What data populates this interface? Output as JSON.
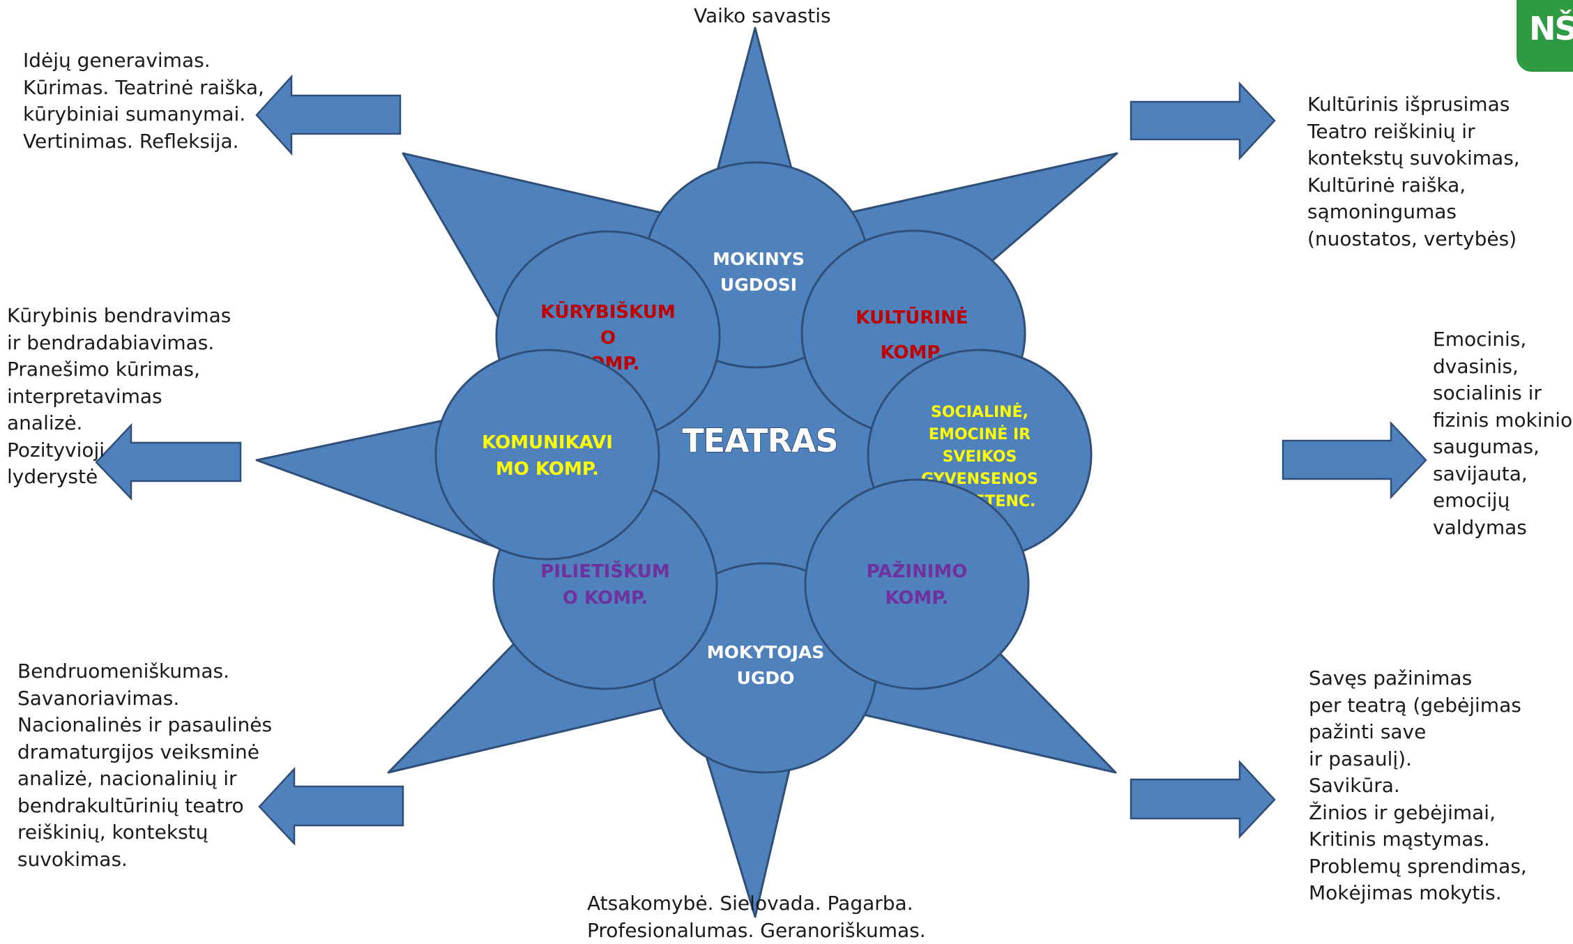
{
  "center": {
    "title": "TEATRAS"
  },
  "top_label": "Vaiko savastis",
  "bottom_label": "Atsakomybė. Sielovada. Pagarba.\nProfesionalumas. Geranoriškumas.",
  "circles": {
    "mokinys": {
      "lines": [
        "MOKINYS",
        "UGDOSI"
      ],
      "color": "#ffffff"
    },
    "mokytojas": {
      "lines": [
        "MOKYTOJAS",
        "UGDO"
      ],
      "color": "#ffffff"
    },
    "kurybiskumo": {
      "lines": [
        "KŪRYBIŠKUM",
        "O",
        "KOMP."
      ],
      "color": "#c00000"
    },
    "kulturine": {
      "lines": [
        "KULTŪRINĖ",
        "KOMP."
      ],
      "color": "#c00000"
    },
    "komunikavimo": {
      "lines": [
        "KOMUNIKAVI",
        "MO KOMP."
      ],
      "color": "#ffff00"
    },
    "socialine": {
      "lines": [
        "SOCIALINĖ,",
        "EMOCINĖ  IR",
        "SVEIKOS",
        "GYVENSENOS",
        "KOMPETENC."
      ],
      "color": "#ffff00"
    },
    "pilietiskumo": {
      "lines": [
        "PILIETIŠKUM",
        "O KOMP."
      ],
      "color": "#7030a0"
    },
    "pazinimo": {
      "lines": [
        "PAŽINIMO",
        "KOMP."
      ],
      "color": "#7030a0"
    }
  },
  "notes": {
    "top_left": "Idėjų generavimas.\nKūrimas. Teatrinė raiška,\nkūrybiniai sumanymai.\nVertinimas. Refleksija.",
    "mid_left": "Kūrybinis bendravimas\nir bendradabiavimas.\nPranešimo kūrimas,\ninterpretavimas\nanalizė.\nPozityvioji\nlyderystė",
    "bottom_left": "Bendruomeniškumas.\nSavanoriavimas.\nNacionalinės ir pasaulinės\ndramaturgijos veiksminė\nanalizė, nacionalinių ir\nbendrakultūrinių teatro\nreiškinių, kontekstų\nsuvokimas.",
    "top_right": "Kultūrinis išprusimas\nTeatro reiškinių ir\nkontekstų suvokimas,\nKultūrinė raiška,\nsąmoningumas\n(nuostatos, vertybės)",
    "mid_right": "Emocinis,\ndvasinis,\nsocialinis ir\nfizinis mokinio\nsaugumas,\nsavijauta,\nemocijų\nvaldymas",
    "bottom_right": "Savęs pažinimas\nper teatrą (gebėjimas\npažinti  save\nir pasaulį).\nSavikūra.\nŽinios ir gebėjimai,\nKritinis mąstymas.\nProblemų sprendimas,\nMokėjimas mokytis."
  },
  "logo": {
    "text": "NŠA"
  },
  "colors": {
    "shape_fill": "#4f81bd",
    "shape_stroke": "#2f4f78",
    "accent_green": "#2e9a42"
  }
}
